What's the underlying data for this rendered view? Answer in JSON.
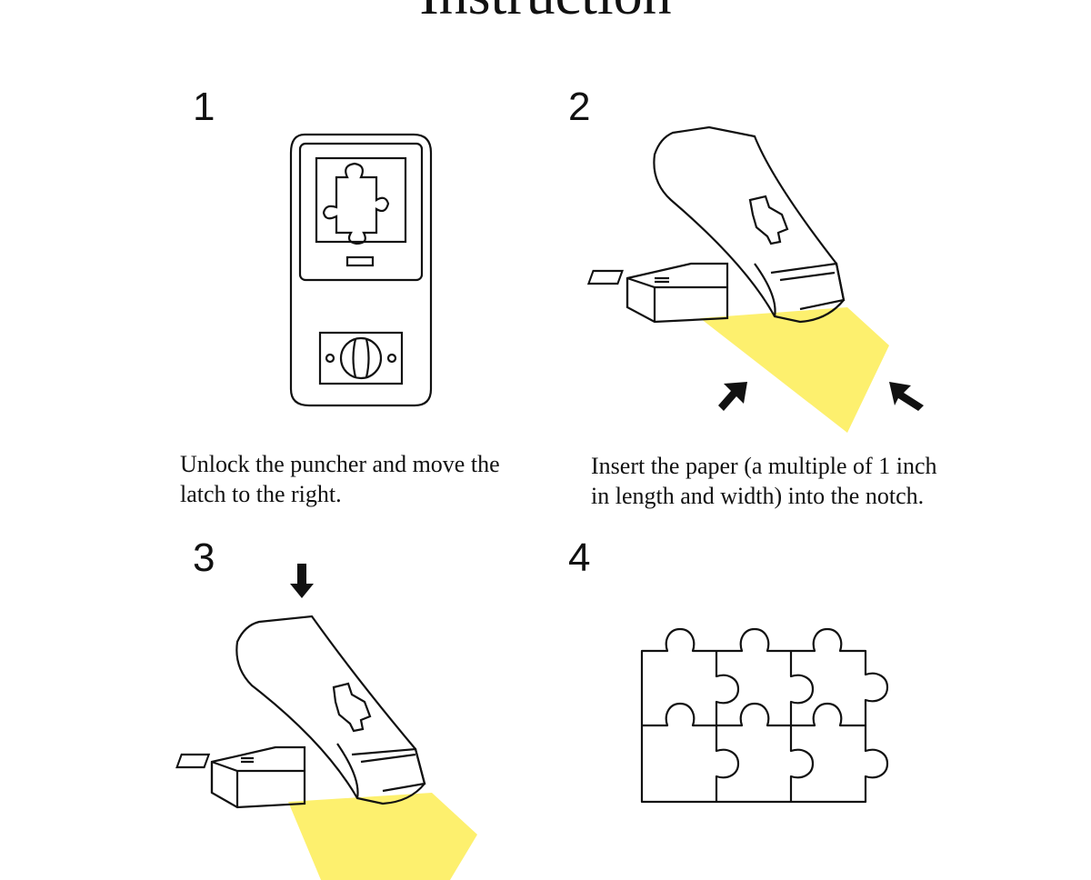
{
  "title": "Instruction",
  "steps": [
    {
      "number": "1",
      "caption": [
        "Unlock the puncher and move the",
        "latch to the right."
      ]
    },
    {
      "number": "2",
      "caption": [
        "Insert the paper (a multiple of 1 inch",
        "in length and width) into the notch."
      ]
    },
    {
      "number": "3",
      "caption": []
    },
    {
      "number": "4",
      "caption": []
    }
  ],
  "icons": {
    "puncher_front": "puncher-front-icon",
    "puncher_side": "puncher-side-icon",
    "arrow": "arrow-icon",
    "puzzle_grid": "puzzle-grid-icon"
  },
  "colors": {
    "paper": "#fdf06e",
    "line": "#111111",
    "background": "#ffffff"
  }
}
